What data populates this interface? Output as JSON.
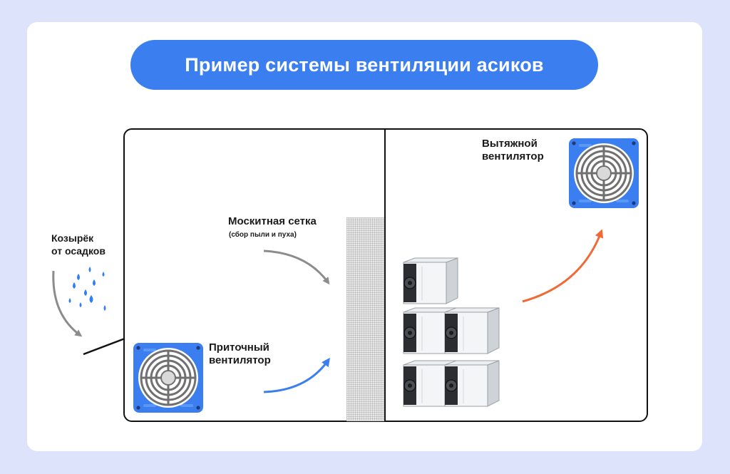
{
  "title": "Пример системы вентиляции асиков",
  "labels": {
    "canopy_line1": "Козырёк",
    "canopy_line2": "от осадков",
    "mesh_title": "Москитная сетка",
    "mesh_note": "(сбор пыли и пуха)",
    "intake_line1": "Приточный",
    "intake_line2": "вентилятор",
    "exhaust_line1": "Вытяжной",
    "exhaust_line2": "вентилятор"
  },
  "colors": {
    "background": "#dde3fb",
    "accent_blue": "#3a7ef0",
    "fan_blue": "#3a7ef0",
    "rain_blue": "#2f7ff0",
    "exhaust_arrow": "#f06a36",
    "intake_arrow": "#3a7ef0",
    "neutral_arrow": "#8c8c8c"
  },
  "icons": [
    "intake-fan-icon",
    "exhaust-fan-icon",
    "rain-drops-icon",
    "asic-miner-icon"
  ]
}
